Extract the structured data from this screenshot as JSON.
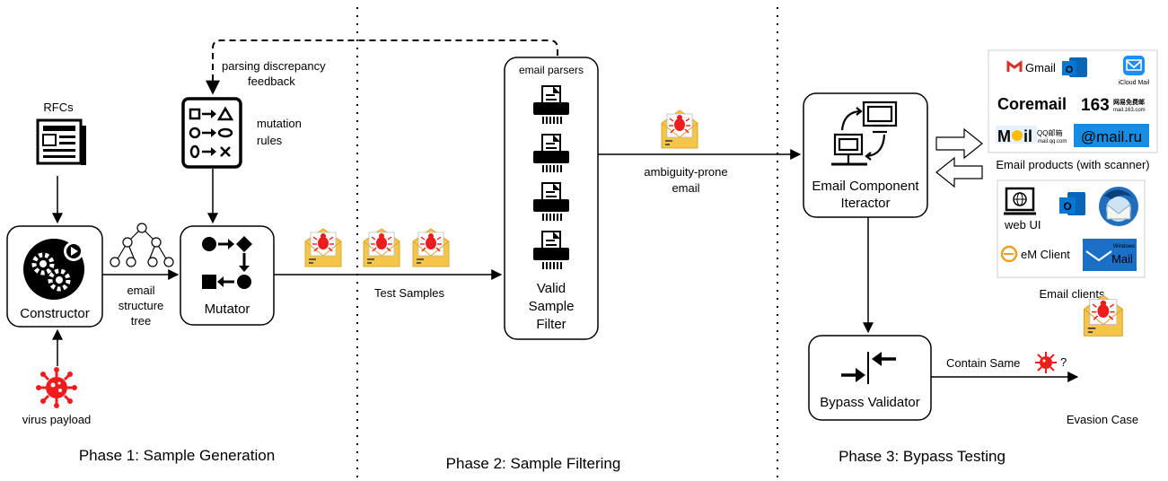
{
  "phases": {
    "p1": "Phase 1: Sample Generation",
    "p2": "Phase 2: Sample Filtering",
    "p3": "Phase 3: Bypass Testing"
  },
  "inputs": {
    "rfcs": "RFCs",
    "virus": "virus payload"
  },
  "nodes": {
    "constructor": "Constructor",
    "mutator": "Mutator",
    "filter_line1": "Valid",
    "filter_line2": "Sample",
    "filter_line3": "Filter",
    "filter_header": "email parsers",
    "iterator_line1": "Email Component",
    "iterator_line2": "Iteractor",
    "validator": "Bypass Validator"
  },
  "edges": {
    "tree_line1": "email",
    "tree_line2": "structure",
    "tree_line3": "tree",
    "feedback_line1": "parsing discrepancy",
    "feedback_line2": "feedback",
    "rules_line1": "mutation",
    "rules_line2": "rules",
    "test_samples": "Test Samples",
    "ambig_line1": "ambiguity-prone",
    "ambig_line2": "email",
    "contain_same": "Contain Same",
    "question": "?"
  },
  "products": {
    "caption": "Email products (with scanner)",
    "gmail": "Gmail",
    "icloud": "iCloud Mail",
    "coremail": "Coremail",
    "n163": "163",
    "n163_sub": "网易免费邮",
    "n163_url": "mail.163.com",
    "qq": "QQ邮箱",
    "qq_url": "mail.qq.com",
    "mailru": "@mail.ru"
  },
  "clients": {
    "caption": "Email clients",
    "webui": "web UI",
    "emclient": "eM Client",
    "windows": "Windows",
    "mail": "Mail"
  },
  "outputs": {
    "evasion": "Evasion Case"
  },
  "colors": {
    "virus_red": "#ee1c1c",
    "envelope": "#f5c54a",
    "mailru_blue": "#168de2",
    "outlook_blue": "#0a64b8",
    "coremail_blue": "#1a5fc8",
    "n163_red": "#d8201f"
  }
}
